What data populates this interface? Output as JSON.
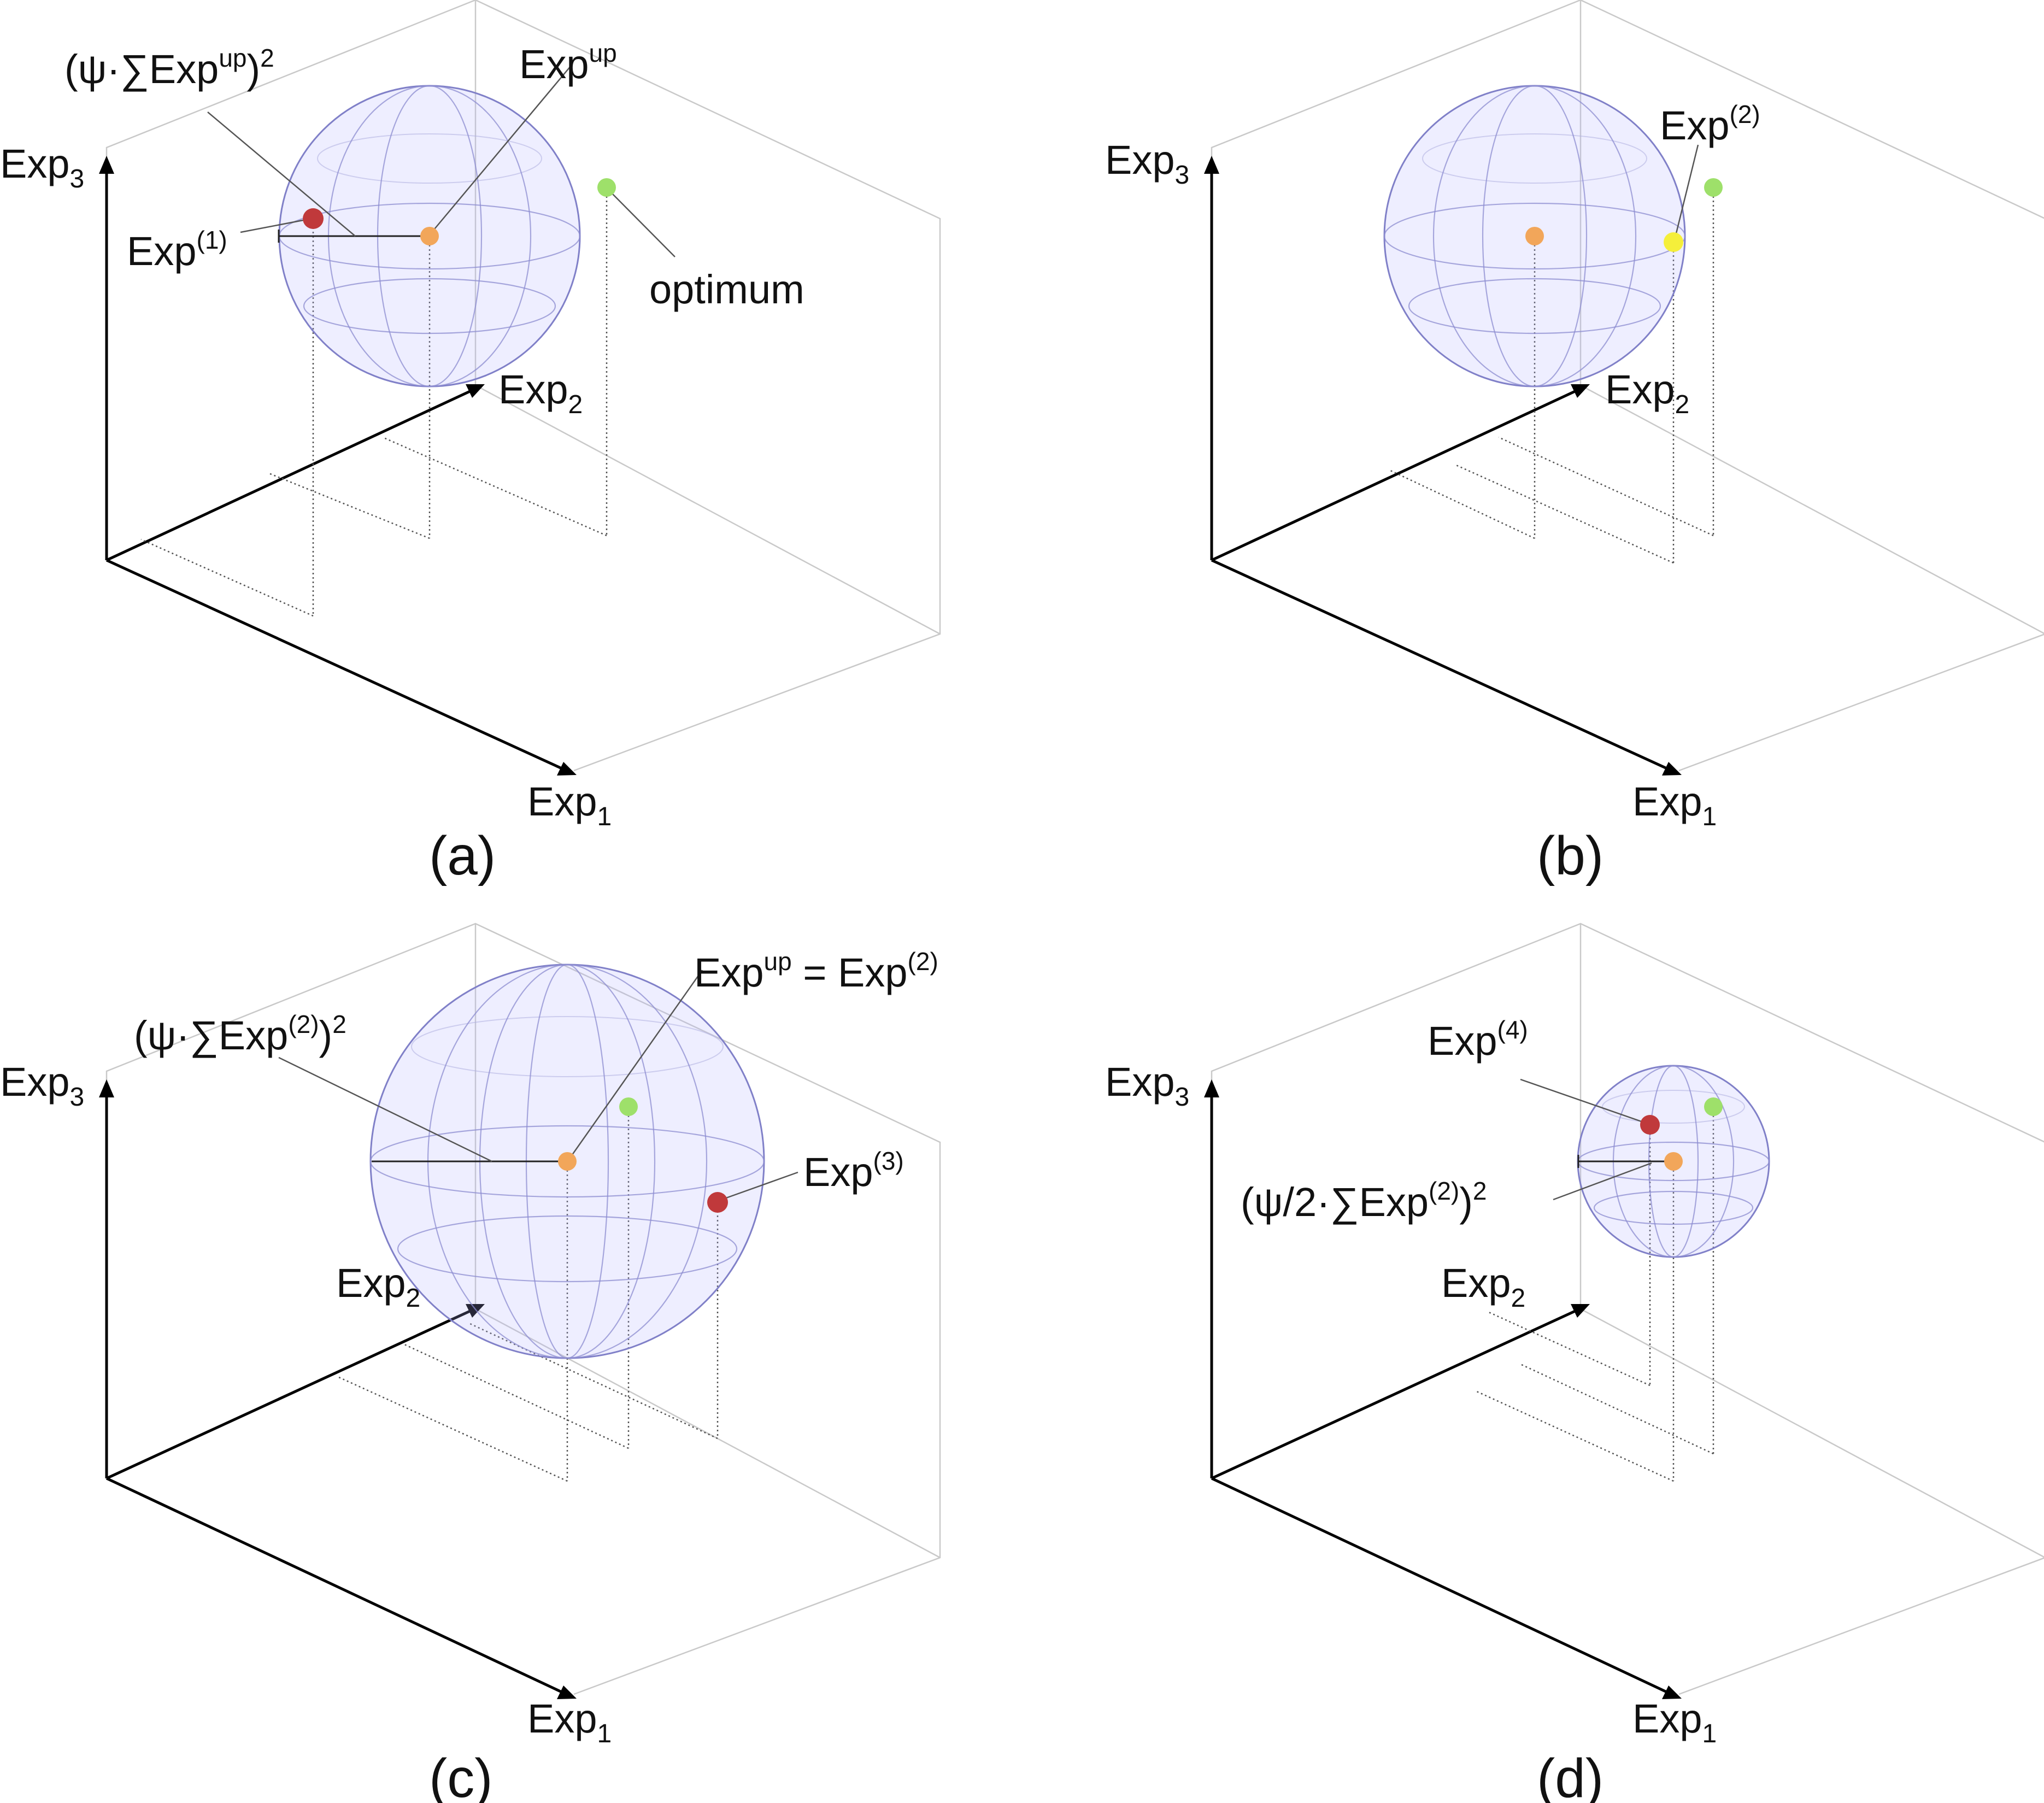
{
  "panels": [
    {
      "id": "a",
      "caption": "(a)",
      "axes": {
        "exp1": "Exp",
        "exp1_sub": "1",
        "exp2": "Exp",
        "exp2_sub": "2",
        "exp3": "Exp",
        "exp3_sub": "3"
      },
      "labels": {
        "radius_base": "(ψ·∑Exp",
        "radius_sup1": "up",
        "radius_close": ")",
        "radius_sup2": "2",
        "center_base": "Exp",
        "center_sup": "up",
        "point_base": "Exp",
        "point_sup": "(1)",
        "optimum": "optimum"
      }
    },
    {
      "id": "b",
      "caption": "(b)",
      "axes": {
        "exp1": "Exp",
        "exp1_sub": "1",
        "exp2": "Exp",
        "exp2_sub": "2",
        "exp3": "Exp",
        "exp3_sub": "3"
      },
      "labels": {
        "point_base": "Exp",
        "point_sup": "(2)"
      }
    },
    {
      "id": "c",
      "caption": "(c)",
      "axes": {
        "exp1": "Exp",
        "exp1_sub": "1",
        "exp2": "Exp",
        "exp2_sub": "2",
        "exp3": "Exp",
        "exp3_sub": "3"
      },
      "labels": {
        "radius_base": "(ψ·∑Exp",
        "radius_sup1": "(2)",
        "radius_close": ")",
        "radius_sup2": "2",
        "center_base": "Exp",
        "center_sup": "up",
        "center_eq": " = Exp",
        "center_sup2": "(2)",
        "point_base": "Exp",
        "point_sup": "(3)"
      }
    },
    {
      "id": "d",
      "caption": "(d)",
      "axes": {
        "exp1": "Exp",
        "exp1_sub": "1",
        "exp2": "Exp",
        "exp2_sub": "2",
        "exp3": "Exp",
        "exp3_sub": "3"
      },
      "labels": {
        "radius_base": "(ψ/2·∑Exp",
        "radius_sup1": "(2)",
        "radius_close": ")",
        "radius_sup2": "2",
        "point_base": "Exp",
        "point_sup": "(4)"
      }
    }
  ],
  "colors": {
    "red_point": "#c0393b",
    "orange_point": "#f2a65a",
    "green_point": "#9ee06a",
    "yellow_point": "#f5ef3a",
    "sphere": "#b3b3ff"
  }
}
